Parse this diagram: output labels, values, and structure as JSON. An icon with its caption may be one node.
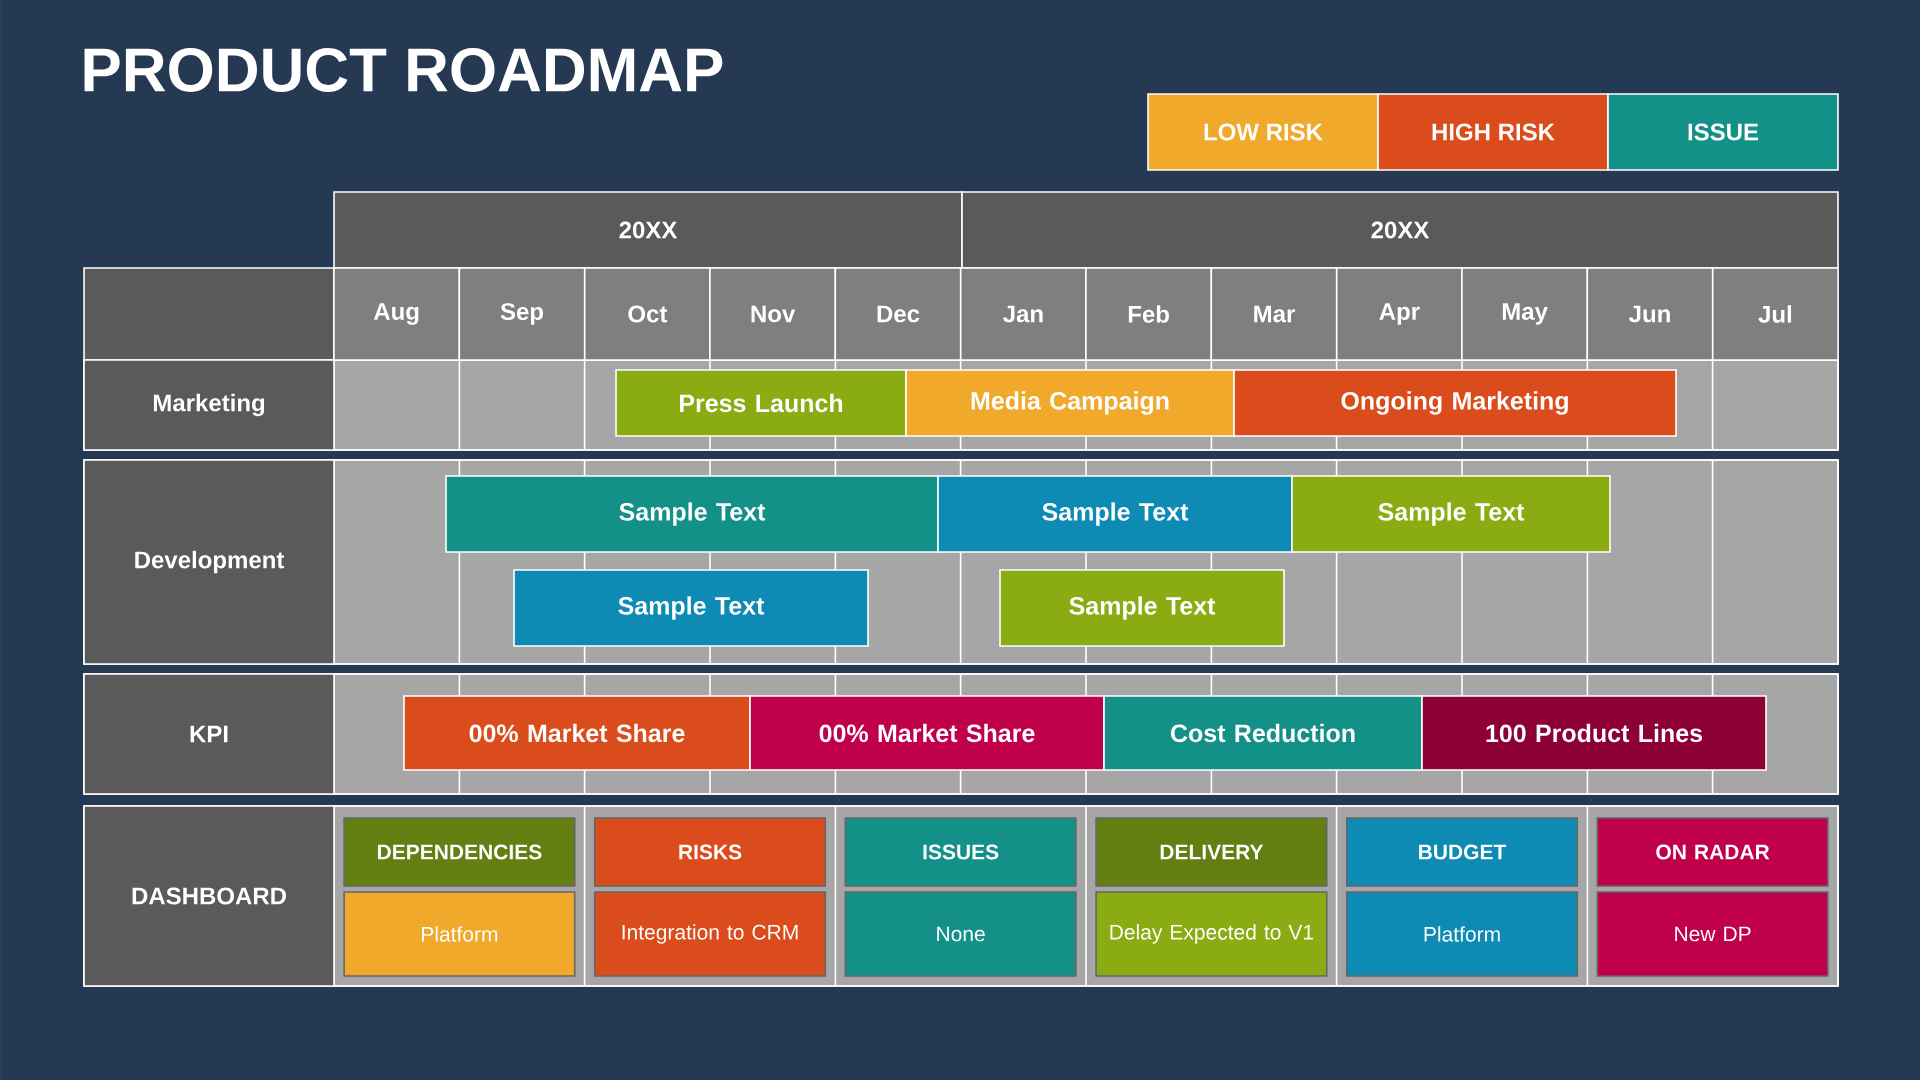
{
  "diagram": {
    "title": "PRODUCT ROADMAP",
    "nodes": [
      {
        "text": [
          "20XX"
        ]
      },
      {
        "text": [
          "20XX"
        ]
      },
      {
        "text": [
          "Aug"
        ]
      },
      {
        "text": [
          "Sep"
        ]
      },
      {
        "text": [
          "Oct"
        ]
      },
      {
        "text": [
          "Nov"
        ]
      },
      {
        "text": [
          "Dec"
        ]
      },
      {
        "text": [
          "Jan"
        ]
      },
      {
        "text": [
          "Feb"
        ]
      },
      {
        "text": [
          "Mar"
        ]
      },
      {
        "text": [
          "Apr"
        ]
      },
      {
        "text": [
          "May"
        ]
      },
      {
        "text": [
          "Jun"
        ]
      },
      {
        "text": [
          "Jul"
        ]
      },
      {
        "text": [
          "Marketing"
        ]
      },
      {
        "text": [
          "Press Launch"
        ]
      },
      {
        "text": [
          "Media Campaign"
        ]
      },
      {
        "text": [
          "Ongoing Marketing"
        ]
      },
      {
        "text": [
          "Development"
        ]
      },
      {
        "text": [
          "Sample Text"
        ]
      },
      {
        "text": [
          "Sample Text"
        ]
      },
      {
        "text": [
          "Sample Text"
        ]
      },
      {
        "text": [
          "Sample Text"
        ]
      },
      {
        "text": [
          "Sample Text"
        ]
      },
      {
        "text": [
          "KPI"
        ]
      },
      {
        "text": [
          "00% Market Share"
        ]
      },
      {
        "text": [
          "00% Market Share"
        ]
      },
      {
        "text": [
          "Cost Reduction"
        ]
      },
      {
        "text": [
          "100 Product Lines"
        ]
      },
      {
        "text": [
          "DASHBOARD"
        ]
      },
      {
        "text": [
          "DEPENDENCIES"
        ]
      },
      {
        "text": [
          "Platform"
        ]
      },
      {
        "text": [
          "RISKS"
        ]
      },
      {
        "text": [
          "Integration to CRM"
        ]
      },
      {
        "text": [
          "ISSUES"
        ]
      },
      {
        "text": [
          "None"
        ]
      },
      {
        "text": [
          "DELIVERY"
        ]
      },
      {
        "text": [
          "Delay Expected to V1"
        ]
      },
      {
        "text": [
          "BUDGET"
        ]
      },
      {
        "text": [
          "Platform"
        ]
      },
      {
        "text": [
          "ON RADAR"
        ]
      },
      {
        "text": [
          "New DP"
        ]
      }
    ],
    "legend": [
      {
        "text": "LOW RISK",
        "color": "#f0a92a"
      },
      {
        "text": "HIGH RISK",
        "color": "#db4c1c"
      },
      {
        "text": "ISSUE",
        "color": "#139189"
      }
    ]
  }
}
